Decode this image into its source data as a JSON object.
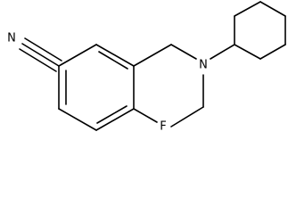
{
  "molecule": {
    "atoms": {
      "nitrile_nitrogen": "N",
      "amine_nitrogen": "N",
      "fluorine": "F"
    },
    "colors": {
      "bond": "#000000",
      "label": "#000000",
      "background": "#ffffff"
    }
  }
}
